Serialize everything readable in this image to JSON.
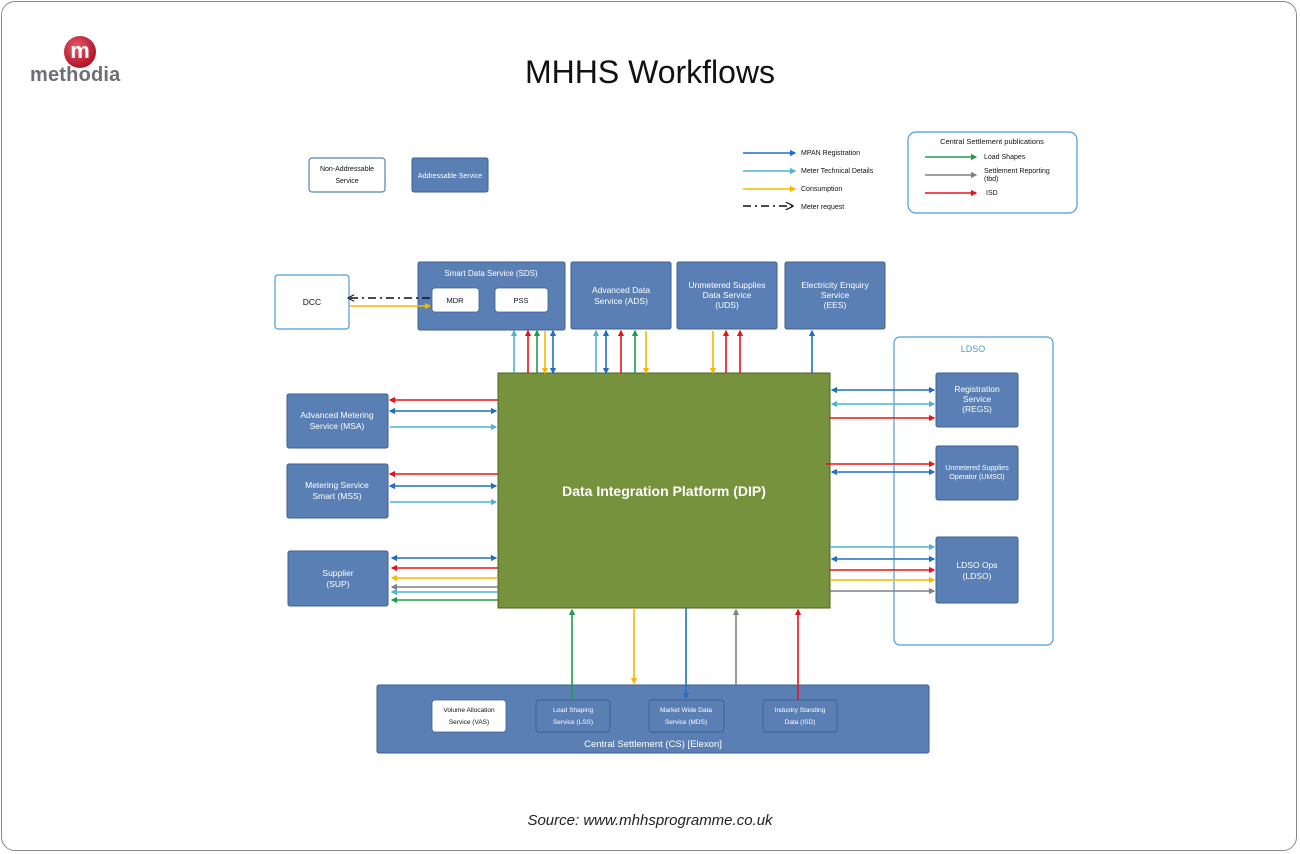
{
  "title": "MHHS Workflows",
  "source": "Source: www.mhhsprogramme.co.uk",
  "logo": {
    "text": "methodia",
    "initial": "m"
  },
  "legend": {
    "non_addressable_l1": "Non-Addressable",
    "non_addressable_l2": "Service",
    "addressable": "Addressable Service",
    "flows": [
      {
        "label": "MPAN Registration",
        "color": "#1f6fc5"
      },
      {
        "label": "Meter Technical Details",
        "color": "#4fb3d0"
      },
      {
        "label": "Consumption",
        "color": "#f5b800"
      },
      {
        "label": "Meter request",
        "color": "#111111"
      }
    ],
    "cs_title": "Central Settlement publications",
    "cs_flows": [
      {
        "label": "Load Shapes",
        "color": "#1e9e4a"
      },
      {
        "label": "Settlement Reporting",
        "label2": "(tbd)",
        "color": "#808080"
      },
      {
        "label": "ISD",
        "color": "#e8131b"
      }
    ]
  },
  "nodes": {
    "sds_title": "Smart Data Service (SDS)",
    "mdr": "MDR",
    "pss": "PSS",
    "dcc": "DCC",
    "ads_l1": "Advanced Data",
    "ads_l2": "Service (ADS)",
    "uds_l1": "Unmetered Supplies",
    "uds_l2": "Data Service",
    "uds_l3": "(UDS)",
    "ees_l1": "Electricity Enquiry",
    "ees_l2": "Service",
    "ees_l3": "(EES)",
    "msa_l1": "Advanced Metering",
    "msa_l2": "Service (MSA)",
    "mss_l1": "Metering Service",
    "mss_l2": "Smart (MSS)",
    "sup_l1": "Supplier",
    "sup_l2": "(SUP)",
    "dip": "Data Integration Platform (DIP)",
    "ldso": "LDSO",
    "regs_l1": "Registration",
    "regs_l2": "Service",
    "regs_l3": "(REGS)",
    "umso_l1": "Unmetered Supplies",
    "umso_l2": "Operator (UMSO)",
    "ldsoops_l1": "LDSO Ops",
    "ldsoops_l2": "(LDSO)",
    "cs_label": "Central Settlement (CS) [Elexon]",
    "vas_l1": "Volume Allocation",
    "vas_l2": "Service (VAS)",
    "lss_l1": "Load Shaping",
    "lss_l2": "Service (LSS)",
    "mds_l1": "Market Wide Data",
    "mds_l2": "Service (MDS)",
    "isd_l1": "Industry Standing",
    "isd_l2": "Data (ISD)"
  },
  "colors": {
    "service_blue": "#5a7fb5",
    "dip_green": "#76923c",
    "mpan": "#1f6fc5",
    "mtd": "#4fb3d0",
    "consumption": "#f5b800",
    "load_shapes": "#1e9e4a",
    "settlement_reporting": "#808080",
    "isd": "#e8131b"
  }
}
